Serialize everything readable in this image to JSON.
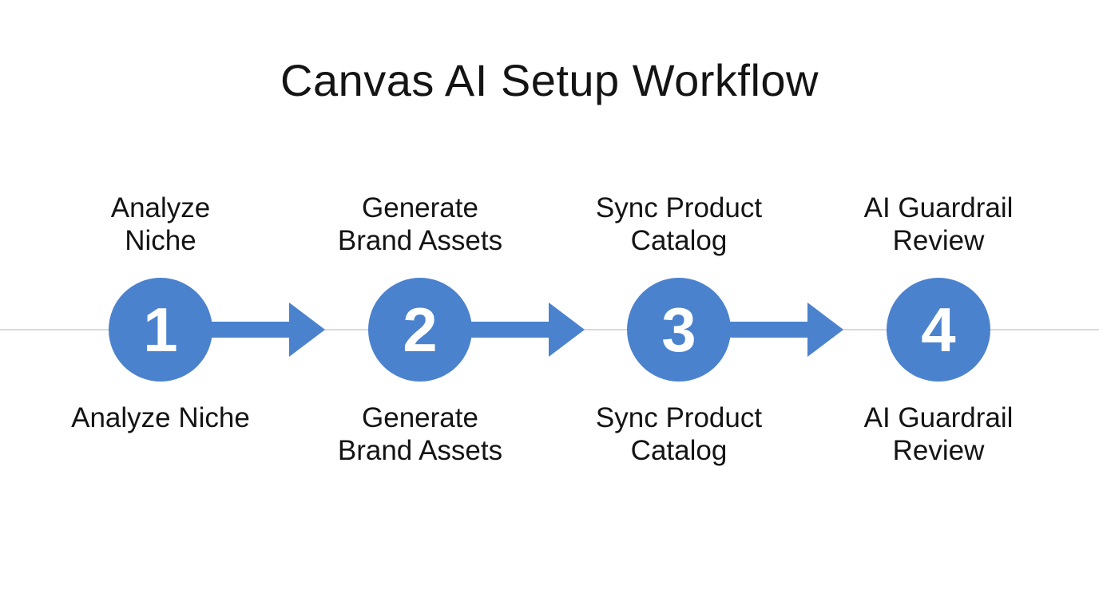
{
  "title": "Canvas AI Setup Workflow",
  "colors": {
    "accent_blue": "#4B82CE",
    "timeline_gray": "#D9D9D9",
    "text_dark": "#141414",
    "number_white": "#FFFFFF"
  },
  "steps": [
    {
      "number": "1",
      "label_top": "Analyze\nNiche",
      "label_bottom": "Analyze Niche"
    },
    {
      "number": "2",
      "label_top": "Generate\nBrand Assets",
      "label_bottom": "Generate\nBrand Assets"
    },
    {
      "number": "3",
      "label_top": "Sync Product\nCatalog",
      "label_bottom": "Sync Product\nCatalog"
    },
    {
      "number": "4",
      "label_top": "AI Guardrail\nReview",
      "label_bottom": "AI Guardrail\nReview"
    }
  ]
}
